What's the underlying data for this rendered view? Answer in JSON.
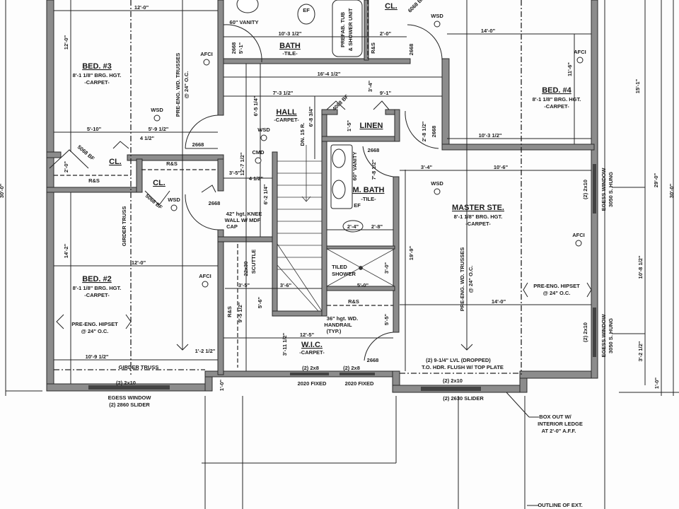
{
  "rooms": [
    {
      "name": "BED. #3",
      "height": "8'-1 1/8\" BRG. HGT.",
      "floor": "-CARPET-"
    },
    {
      "name": "BED. #2",
      "height": "8'-1 1/8\" BRG. HGT.",
      "floor": "-CARPET-"
    },
    {
      "name": "BED. #4",
      "height": "8'-1 1/8\" BRG. HGT.",
      "floor": "-CARPET-"
    },
    {
      "name": "MASTER STE.",
      "height": "8'-1 1/8\" BRG. HGT.",
      "floor": "-CARPET-"
    },
    {
      "name": "BATH",
      "floor": "-TILE-"
    },
    {
      "name": "HALL",
      "floor": "-CARPET-"
    },
    {
      "name": "M. BATH",
      "floor": "-TILE-"
    },
    {
      "name": "W.I.C.",
      "floor": "-CARPET-"
    },
    {
      "name": "LINEN"
    },
    {
      "name": "CL."
    },
    {
      "name": "CL."
    },
    {
      "name": "CL."
    }
  ],
  "dimensions": {
    "horizontal": [
      "12'-0\"",
      "5'-10\"",
      "5'-9 1/2\"",
      "4 1/2\"",
      "12'-0\"",
      "10'-9 1/2\"",
      "1'-2 1/2\"",
      "10'-3 1/2\"",
      "16'-4 1/2\"",
      "7'-3 1/2\"",
      "9'-1\"",
      "2'-0\"",
      "14'-0\"",
      "10'-3 1/2\"",
      "3'-4\"",
      "10'-6\"",
      "14'-0\"",
      "3'-5\"",
      "4 1/2\"",
      "2'-4\"",
      "2'-8\"",
      "5'-0\"",
      "3'-5\"",
      "3'-6\"",
      "12'-5\""
    ],
    "vertical": [
      "12'-0\"",
      "2'-0\"",
      "14'-2\"",
      "5'-1\"",
      "6'-5 1/4\"",
      "12'-7 1/2\"",
      "6'-2 1/4\"",
      "6'-8 3/4\"",
      "3'-4\"",
      "1'-5\"",
      "2'-8 1/2\"",
      "7'-8 1/2\"",
      "11'-6\"",
      "15'-1\"",
      "29'-0\"",
      "30'-0\"",
      "10'-8 1/2\"",
      "3'-2 1/2\"",
      "1'-0\"",
      "19'-9\"",
      "3'-0\"",
      "5'-5\"",
      "5'-6\"",
      "9'-5 1/2\"",
      "3'-11 1/2\"",
      "1'-0\"",
      "30'-0\""
    ]
  },
  "doors": [
    "2668",
    "2668",
    "2668",
    "2668",
    "2668",
    "2668",
    "2668",
    "5068 BF",
    "4068 BF",
    "5068 BF",
    "6068 BF"
  ],
  "notes": {
    "trusses": [
      "PRE-ENG. WD. TRUSSES",
      "@ 24\" O.C."
    ],
    "girder_truss": "GIRDER TRUSS",
    "hipset": [
      "PRE-ENG. HIPSET",
      "@ 24\" O.C."
    ],
    "rs": "R&S",
    "dn": "DN. 15 R.",
    "vanity": "60\" VANITY",
    "tub": [
      "PREFAB. TUB",
      "& SHOWER UNIT"
    ],
    "knee_wall": [
      "42\" hgt. KNEE",
      "WALL W/ MDF",
      "CAP"
    ],
    "scuttle": "SCUTTLE",
    "scuttle_size": "22x30",
    "shower": [
      "TILED",
      "SHOWER"
    ],
    "handrail": [
      "36\" hgt. WD.",
      "HANDRAIL",
      "(TYP.)"
    ],
    "header_2x10": "(2) 2x10",
    "header_2x8": "(2) 2x8",
    "fixed": "2020 FIXED",
    "window_left": [
      "EGESS WINDOW",
      "(2) 2860 SLIDER"
    ],
    "window_right": [
      "EGESS WINDOW",
      "3050 S. HUNG"
    ],
    "slider_master": "(2) 2630 SLIDER",
    "lvl": [
      "(2) 9-1/4\" LVL (DROPPED)",
      "T.O. HDR. FLUSH W/ TOP PLATE"
    ],
    "box_out": [
      "BOX OUT W/",
      "INTERIOR LEDGE",
      "AT 2'-0\" A.F.F."
    ],
    "outline": "OUTLINE OF EXT."
  },
  "symbols": {
    "wsd": "WSD",
    "afci": "AFCI",
    "cmd": "CMD",
    "ef": "EF"
  }
}
